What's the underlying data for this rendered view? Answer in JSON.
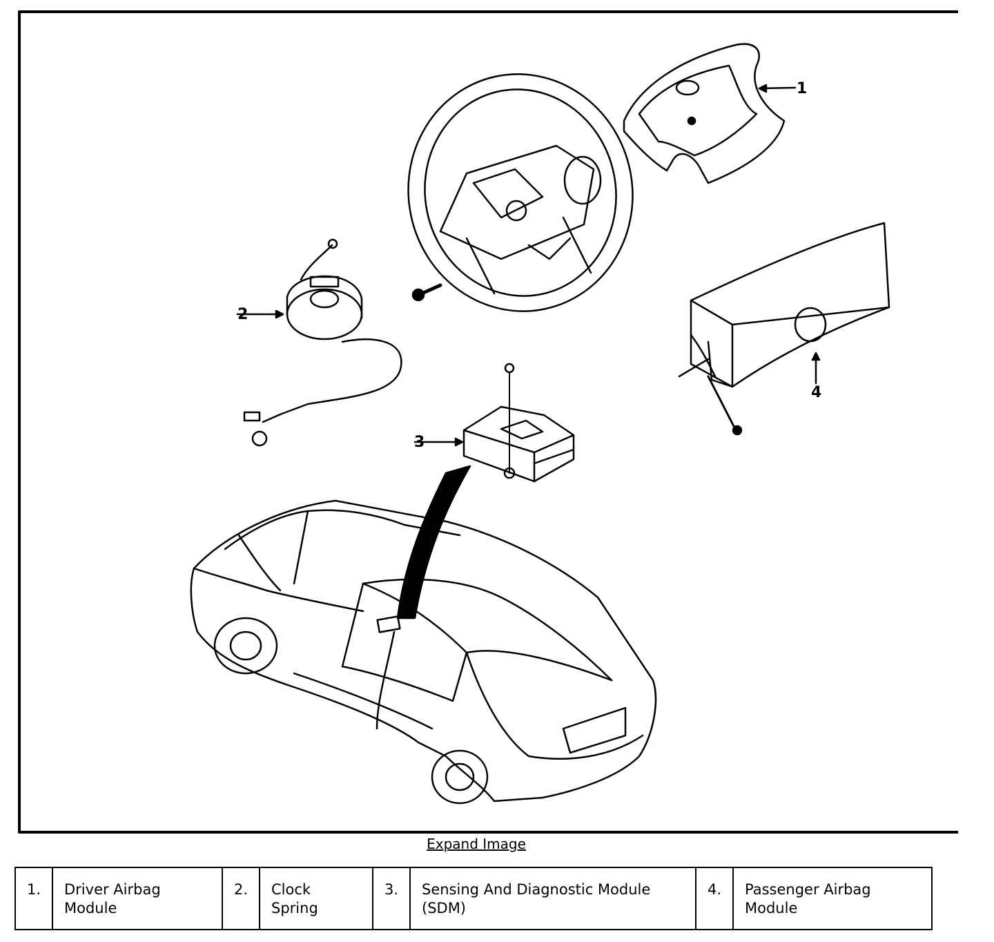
{
  "figure": {
    "callouts": [
      {
        "number": "1",
        "part": "driver-airbag-module"
      },
      {
        "number": "2",
        "part": "clock-spring"
      },
      {
        "number": "3",
        "part": "sensing-and-diagnostic-module"
      },
      {
        "number": "4",
        "part": "passenger-airbag-module"
      }
    ]
  },
  "expand_link": "Expand Image",
  "legend": [
    {
      "num": "1.",
      "label": "Driver Airbag Module"
    },
    {
      "num": "2.",
      "label": "Clock Spring"
    },
    {
      "num": "3.",
      "label": "Sensing And Diagnostic Module (SDM)"
    },
    {
      "num": "4.",
      "label": "Passenger Airbag Module"
    }
  ]
}
